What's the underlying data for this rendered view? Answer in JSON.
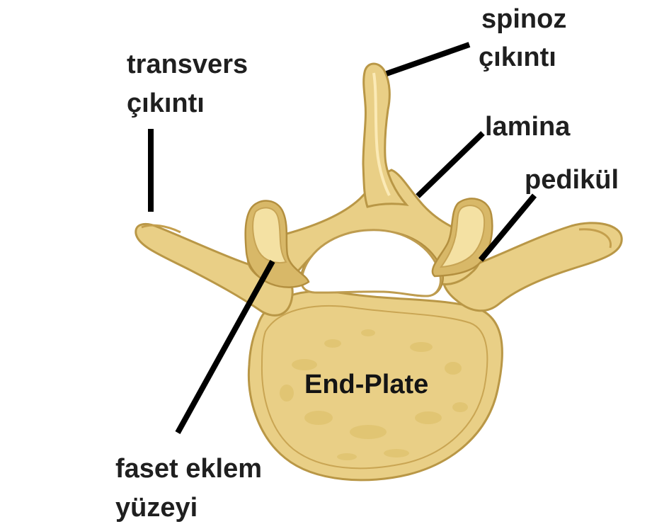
{
  "labels": {
    "spinous_process": [
      "spinoz",
      "çıkıntı"
    ],
    "transverse_process": [
      "transvers",
      "çıkıntı"
    ],
    "lamina": "lamina",
    "pedicle": "pedikül",
    "end_plate": "End-Plate",
    "facet_joint_surface": [
      "faset eklem",
      "yüzeyi"
    ]
  },
  "colors": {
    "bone_fill": "#e9cf86",
    "bone_outline": "#b99746",
    "bone_shadow": "#d8b868",
    "canal_fill": "#ffffff",
    "end_plate_texture": "#d7b85d",
    "leader_line": "#000000",
    "label_text": "#1f1f1f"
  }
}
